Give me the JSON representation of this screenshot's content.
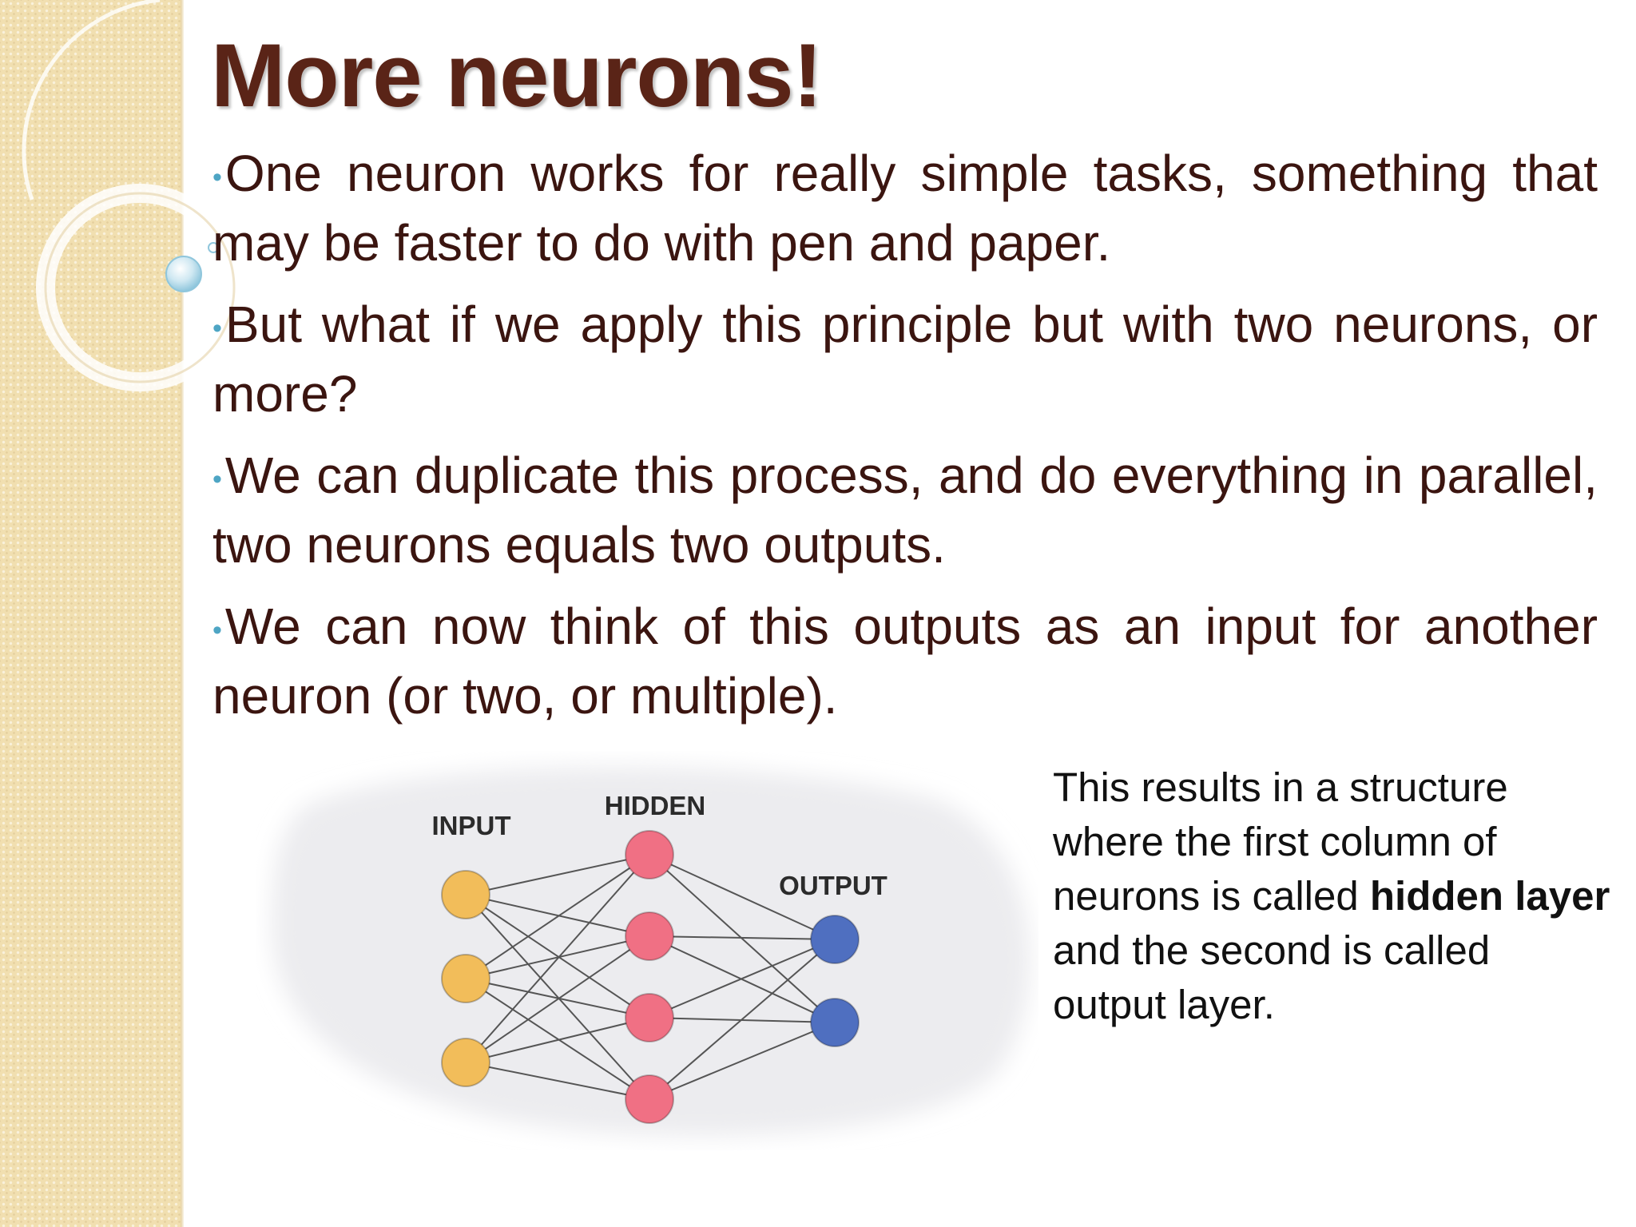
{
  "slide": {
    "title": "More neurons!",
    "bullets": [
      "One neuron works for really simple tasks, something that may be faster to do with pen and paper.",
      "But what if we apply this principle but with two neurons, or more?",
      "We can duplicate this process, and do everything in parallel, two neurons equals two outputs.",
      "We can now think of this outputs as an input for another neuron (or two, or multiple)."
    ],
    "bullet_symbol": "•"
  },
  "diagram": {
    "labels": {
      "input": "INPUT",
      "hidden": "HIDDEN",
      "output": "OUTPUT"
    },
    "layers": {
      "input_count": 3,
      "hidden_count": 4,
      "output_count": 2
    },
    "colors": {
      "input": "#f2bd5a",
      "hidden": "#f07084",
      "output": "#4f6fc0",
      "edge": "#555555"
    }
  },
  "caption": {
    "before": "This results in a structure where the first column of neurons is called ",
    "bold": "hidden layer",
    "after": " and the second is called output layer."
  },
  "theme": {
    "title_color": "#5a2417",
    "text_color": "#3b1510",
    "band_color": "#f1dfb0",
    "accent": "#4ea5c4"
  }
}
